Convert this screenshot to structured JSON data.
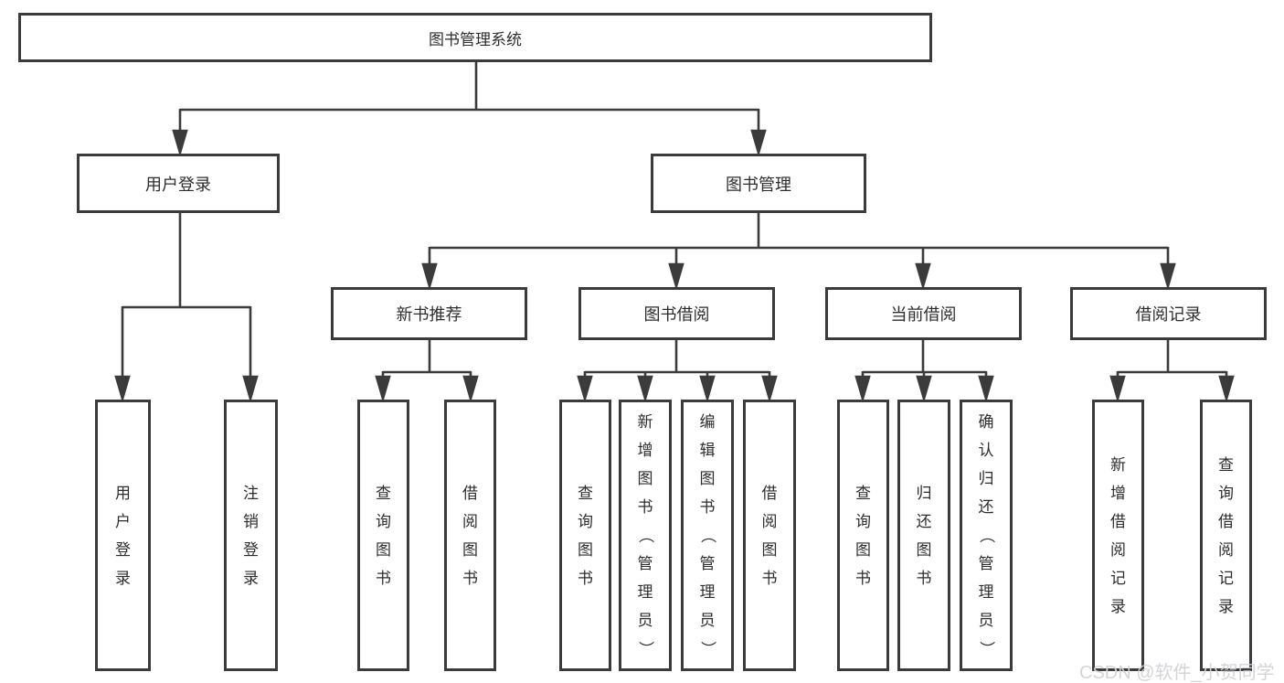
{
  "tree": {
    "root": {
      "label": "图书管理系统"
    },
    "level2": [
      {
        "label": "用户登录"
      },
      {
        "label": "图书管理"
      }
    ],
    "level3": [
      {
        "label": "新书推荐",
        "parent": "图书管理"
      },
      {
        "label": "图书借阅",
        "parent": "图书管理"
      },
      {
        "label": "当前借阅",
        "parent": "图书管理"
      },
      {
        "label": "借阅记录",
        "parent": "图书管理"
      }
    ],
    "leaves": [
      {
        "label": "用户登录",
        "parent": "用户登录"
      },
      {
        "label": "注销登录",
        "parent": "用户登录"
      },
      {
        "label": "查询图书",
        "parent": "新书推荐"
      },
      {
        "label": "借阅图书",
        "parent": "新书推荐"
      },
      {
        "label": "查询图书",
        "parent": "图书借阅"
      },
      {
        "label": "新增图书（管理员）",
        "parent": "图书借阅"
      },
      {
        "label": "编辑图书（管理员）",
        "parent": "图书借阅"
      },
      {
        "label": "借阅图书",
        "parent": "图书借阅"
      },
      {
        "label": "查询图书",
        "parent": "当前借阅"
      },
      {
        "label": "归还图书",
        "parent": "当前借阅"
      },
      {
        "label": "确认归还（管理员）",
        "parent": "当前借阅"
      },
      {
        "label": "新增借阅记录",
        "parent": "借阅记录"
      },
      {
        "label": "查询借阅记录",
        "parent": "借阅记录"
      }
    ]
  },
  "watermark": {
    "text": "CSDN @软件_小贺同学"
  },
  "colors": {
    "line": "#3b3b3b",
    "text": "#2d2d2d",
    "background": "#ffffff",
    "watermark": "#d3d3d8"
  }
}
